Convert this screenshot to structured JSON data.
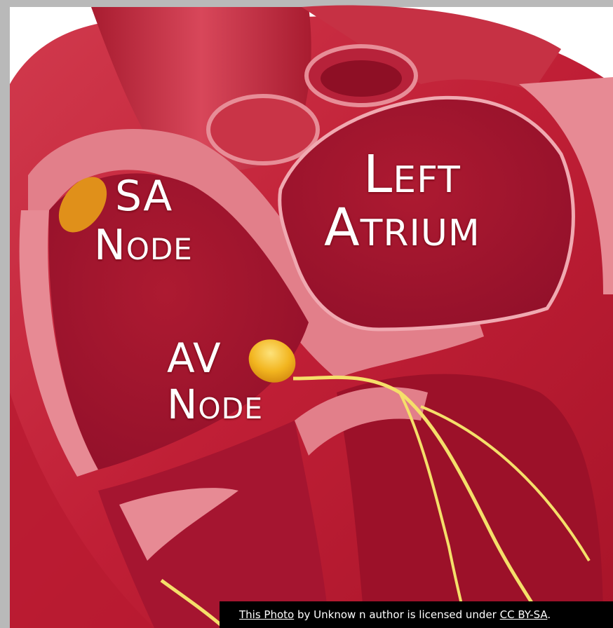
{
  "labels": {
    "sa_node": [
      "SA",
      "Node"
    ],
    "left_atrium": [
      "Left",
      "Atrium"
    ],
    "av_node": [
      "AV",
      "Node"
    ]
  },
  "credit": {
    "photo_link": "This Photo",
    "by_text": " by Unknow n author is licensed under ",
    "license_link": "CC BY-SA",
    "trailing": "."
  },
  "colors": {
    "frame": "#b9b9b9",
    "muscle": "#c9243a",
    "chamber": "#a3142c",
    "wall": "#e27f8a",
    "wall_edge": "#f3b3ba",
    "vessel": "#c22e42",
    "sa_node": "#e0901a",
    "av_node": "#f1b41d",
    "conduction": "#f5df6a"
  }
}
